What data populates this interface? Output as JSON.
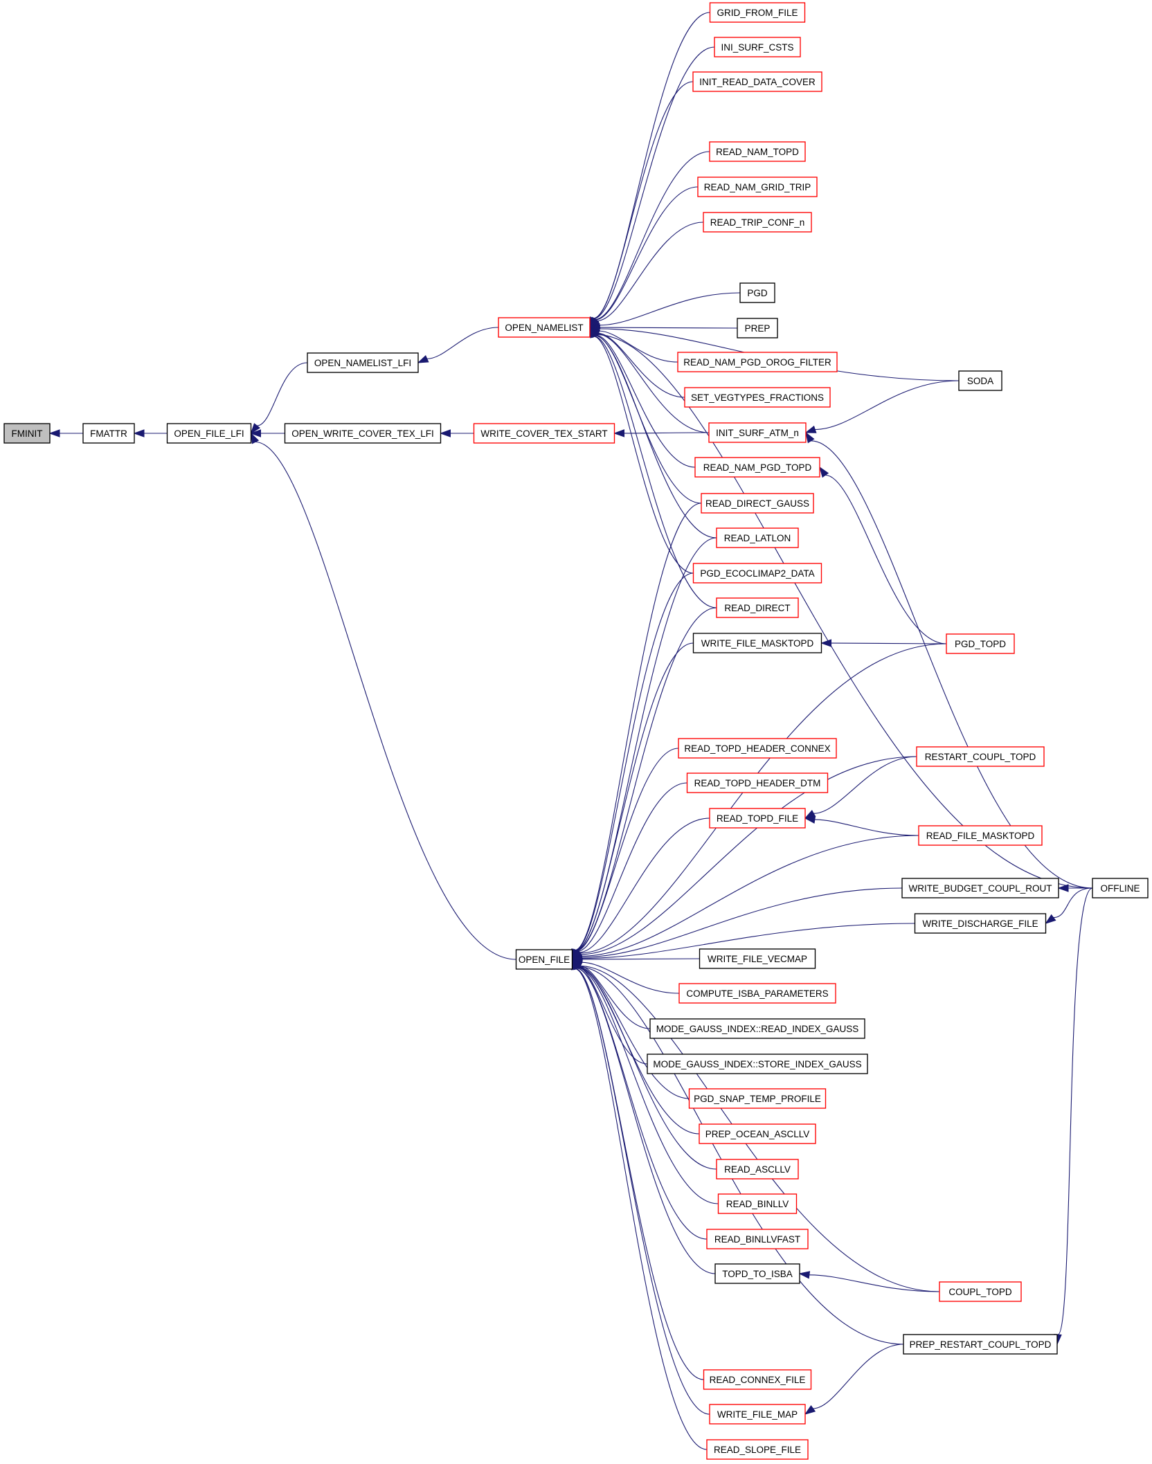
{
  "colors": {
    "edge": "#191970",
    "border_default": "#000000",
    "border_highlight": "#ff0000",
    "fill_default": "#ffffff",
    "fill_root": "#bfbfbf"
  },
  "nodes": [
    {
      "id": "fminit",
      "label": "FMINIT",
      "style": "root"
    },
    {
      "id": "fmattr",
      "label": "FMATTR",
      "style": "default"
    },
    {
      "id": "open_file_lfi",
      "label": "OPEN_FILE_LFI",
      "style": "default"
    },
    {
      "id": "open_namelist_lfi",
      "label": "OPEN_NAMELIST_LFI",
      "style": "default"
    },
    {
      "id": "open_write_cover_tex_lfi",
      "label": "OPEN_WRITE_COVER_TEX_LFI",
      "style": "default"
    },
    {
      "id": "write_cover_tex_start",
      "label": "WRITE_COVER_TEX_START",
      "style": "highlight"
    },
    {
      "id": "open_namelist",
      "label": "OPEN_NAMELIST",
      "style": "highlight"
    },
    {
      "id": "open_file",
      "label": "OPEN_FILE",
      "style": "default"
    },
    {
      "id": "grid_from_file",
      "label": "GRID_FROM_FILE",
      "style": "highlight"
    },
    {
      "id": "ini_surf_csts",
      "label": "INI_SURF_CSTS",
      "style": "highlight"
    },
    {
      "id": "init_read_data_cover",
      "label": "INIT_READ_DATA_COVER",
      "style": "highlight"
    },
    {
      "id": "read_nam_topd",
      "label": "READ_NAM_TOPD",
      "style": "highlight"
    },
    {
      "id": "read_nam_grid_trip",
      "label": "READ_NAM_GRID_TRIP",
      "style": "highlight"
    },
    {
      "id": "read_trip_conf_n",
      "label": "READ_TRIP_CONF_n",
      "style": "highlight"
    },
    {
      "id": "pgd",
      "label": "PGD",
      "style": "default"
    },
    {
      "id": "prep",
      "label": "PREP",
      "style": "default"
    },
    {
      "id": "read_nam_pgd_orog_filter",
      "label": "READ_NAM_PGD_OROG_FILTER",
      "style": "highlight"
    },
    {
      "id": "set_vegtypes_fractions",
      "label": "SET_VEGTYPES_FRACTIONS",
      "style": "highlight"
    },
    {
      "id": "init_surf_atm_n",
      "label": "INIT_SURF_ATM_n",
      "style": "highlight"
    },
    {
      "id": "read_nam_pgd_topd",
      "label": "READ_NAM_PGD_TOPD",
      "style": "highlight"
    },
    {
      "id": "read_direct_gauss",
      "label": "READ_DIRECT_GAUSS",
      "style": "highlight"
    },
    {
      "id": "read_latlon",
      "label": "READ_LATLON",
      "style": "highlight"
    },
    {
      "id": "pgd_ecoclimap2_data",
      "label": "PGD_ECOCLIMAP2_DATA",
      "style": "highlight"
    },
    {
      "id": "read_direct",
      "label": "READ_DIRECT",
      "style": "highlight"
    },
    {
      "id": "write_file_masktopd",
      "label": "WRITE_FILE_MASKTOPD",
      "style": "default"
    },
    {
      "id": "read_topd_header_connex",
      "label": "READ_TOPD_HEADER_CONNEX",
      "style": "highlight"
    },
    {
      "id": "read_topd_header_dtm",
      "label": "READ_TOPD_HEADER_DTM",
      "style": "highlight"
    },
    {
      "id": "read_topd_file",
      "label": "READ_TOPD_FILE",
      "style": "highlight"
    },
    {
      "id": "write_file_vecmap",
      "label": "WRITE_FILE_VECMAP",
      "style": "default"
    },
    {
      "id": "compute_isba_parameters",
      "label": "COMPUTE_ISBA_PARAMETERS",
      "style": "highlight"
    },
    {
      "id": "mode_gauss_index_read",
      "label": "MODE_GAUSS_INDEX::READ_INDEX_GAUSS",
      "style": "default"
    },
    {
      "id": "mode_gauss_index_store",
      "label": "MODE_GAUSS_INDEX::STORE_INDEX_GAUSS",
      "style": "default"
    },
    {
      "id": "pgd_snap_temp_profile",
      "label": "PGD_SNAP_TEMP_PROFILE",
      "style": "highlight"
    },
    {
      "id": "prep_ocean_ascllv",
      "label": "PREP_OCEAN_ASCLLV",
      "style": "highlight"
    },
    {
      "id": "read_ascllv",
      "label": "READ_ASCLLV",
      "style": "highlight"
    },
    {
      "id": "read_binllv",
      "label": "READ_BINLLV",
      "style": "highlight"
    },
    {
      "id": "read_binllvfast",
      "label": "READ_BINLLVFAST",
      "style": "highlight"
    },
    {
      "id": "topd_to_isba",
      "label": "TOPD_TO_ISBA",
      "style": "default"
    },
    {
      "id": "read_connex_file",
      "label": "READ_CONNEX_FILE",
      "style": "highlight"
    },
    {
      "id": "write_file_map",
      "label": "WRITE_FILE_MAP",
      "style": "highlight"
    },
    {
      "id": "read_slope_file",
      "label": "READ_SLOPE_FILE",
      "style": "highlight"
    },
    {
      "id": "soda",
      "label": "SODA",
      "style": "default"
    },
    {
      "id": "pgd_topd",
      "label": "PGD_TOPD",
      "style": "highlight"
    },
    {
      "id": "restart_coupl_topd",
      "label": "RESTART_COUPL_TOPD",
      "style": "highlight"
    },
    {
      "id": "read_file_masktopd",
      "label": "READ_FILE_MASKTOPD",
      "style": "highlight"
    },
    {
      "id": "write_budget_coupl_rout",
      "label": "WRITE_BUDGET_COUPL_ROUT",
      "style": "default"
    },
    {
      "id": "write_discharge_file",
      "label": "WRITE_DISCHARGE_FILE",
      "style": "default"
    },
    {
      "id": "coupl_topd",
      "label": "COUPL_TOPD",
      "style": "highlight"
    },
    {
      "id": "prep_restart_coupl_topd",
      "label": "PREP_RESTART_COUPL_TOPD",
      "style": "default"
    },
    {
      "id": "offline",
      "label": "OFFLINE",
      "style": "default"
    }
  ],
  "edges": [
    {
      "from": "fmattr",
      "to": "fminit"
    },
    {
      "from": "open_file_lfi",
      "to": "fmattr"
    },
    {
      "from": "open_namelist_lfi",
      "to": "open_file_lfi"
    },
    {
      "from": "open_write_cover_tex_lfi",
      "to": "open_file_lfi"
    },
    {
      "from": "open_file",
      "to": "open_file_lfi"
    },
    {
      "from": "open_namelist",
      "to": "open_namelist_lfi"
    },
    {
      "from": "write_cover_tex_start",
      "to": "open_write_cover_tex_lfi"
    },
    {
      "from": "init_surf_atm_n",
      "to": "write_cover_tex_start"
    },
    {
      "from": "grid_from_file",
      "to": "open_namelist"
    },
    {
      "from": "ini_surf_csts",
      "to": "open_namelist"
    },
    {
      "from": "init_read_data_cover",
      "to": "open_namelist"
    },
    {
      "from": "offline",
      "to": "open_namelist"
    },
    {
      "from": "read_nam_topd",
      "to": "open_namelist"
    },
    {
      "from": "read_nam_grid_trip",
      "to": "open_namelist"
    },
    {
      "from": "read_trip_conf_n",
      "to": "open_namelist"
    },
    {
      "from": "soda",
      "to": "open_namelist"
    },
    {
      "from": "pgd",
      "to": "open_namelist"
    },
    {
      "from": "prep",
      "to": "open_namelist"
    },
    {
      "from": "read_nam_pgd_orog_filter",
      "to": "open_namelist"
    },
    {
      "from": "set_vegtypes_fractions",
      "to": "open_namelist"
    },
    {
      "from": "init_surf_atm_n",
      "to": "open_namelist"
    },
    {
      "from": "read_nam_pgd_topd",
      "to": "open_namelist"
    },
    {
      "from": "read_direct_gauss",
      "to": "open_namelist"
    },
    {
      "from": "read_latlon",
      "to": "open_namelist"
    },
    {
      "from": "pgd_ecoclimap2_data",
      "to": "open_namelist"
    },
    {
      "from": "read_direct",
      "to": "open_namelist"
    },
    {
      "from": "read_direct_gauss",
      "to": "open_file"
    },
    {
      "from": "read_latlon",
      "to": "open_file"
    },
    {
      "from": "pgd_ecoclimap2_data",
      "to": "open_file"
    },
    {
      "from": "read_direct",
      "to": "open_file"
    },
    {
      "from": "write_file_masktopd",
      "to": "open_file"
    },
    {
      "from": "pgd_topd",
      "to": "open_file"
    },
    {
      "from": "restart_coupl_topd",
      "to": "open_file"
    },
    {
      "from": "read_topd_header_connex",
      "to": "open_file"
    },
    {
      "from": "read_topd_header_dtm",
      "to": "open_file"
    },
    {
      "from": "read_topd_file",
      "to": "open_file"
    },
    {
      "from": "read_file_masktopd",
      "to": "open_file"
    },
    {
      "from": "write_budget_coupl_rout",
      "to": "open_file"
    },
    {
      "from": "write_discharge_file",
      "to": "open_file"
    },
    {
      "from": "write_file_vecmap",
      "to": "open_file"
    },
    {
      "from": "compute_isba_parameters",
      "to": "open_file"
    },
    {
      "from": "mode_gauss_index_read",
      "to": "open_file"
    },
    {
      "from": "mode_gauss_index_store",
      "to": "open_file"
    },
    {
      "from": "pgd_snap_temp_profile",
      "to": "open_file"
    },
    {
      "from": "prep_ocean_ascllv",
      "to": "open_file"
    },
    {
      "from": "read_ascllv",
      "to": "open_file"
    },
    {
      "from": "read_binllv",
      "to": "open_file"
    },
    {
      "from": "read_binllvfast",
      "to": "open_file"
    },
    {
      "from": "topd_to_isba",
      "to": "open_file"
    },
    {
      "from": "coupl_topd",
      "to": "open_file"
    },
    {
      "from": "prep_restart_coupl_topd",
      "to": "open_file"
    },
    {
      "from": "read_connex_file",
      "to": "open_file"
    },
    {
      "from": "write_file_map",
      "to": "open_file"
    },
    {
      "from": "read_slope_file",
      "to": "open_file"
    },
    {
      "from": "soda",
      "to": "init_surf_atm_n"
    },
    {
      "from": "offline",
      "to": "init_surf_atm_n"
    },
    {
      "from": "pgd_topd",
      "to": "read_nam_pgd_topd"
    },
    {
      "from": "pgd_topd",
      "to": "write_file_masktopd"
    },
    {
      "from": "restart_coupl_topd",
      "to": "read_topd_file"
    },
    {
      "from": "read_file_masktopd",
      "to": "read_topd_file"
    },
    {
      "from": "coupl_topd",
      "to": "topd_to_isba"
    },
    {
      "from": "prep_restart_coupl_topd",
      "to": "write_file_map"
    },
    {
      "from": "offline",
      "to": "write_budget_coupl_rout"
    },
    {
      "from": "offline",
      "to": "write_discharge_file"
    },
    {
      "from": "offline",
      "to": "prep_restart_coupl_topd"
    }
  ]
}
